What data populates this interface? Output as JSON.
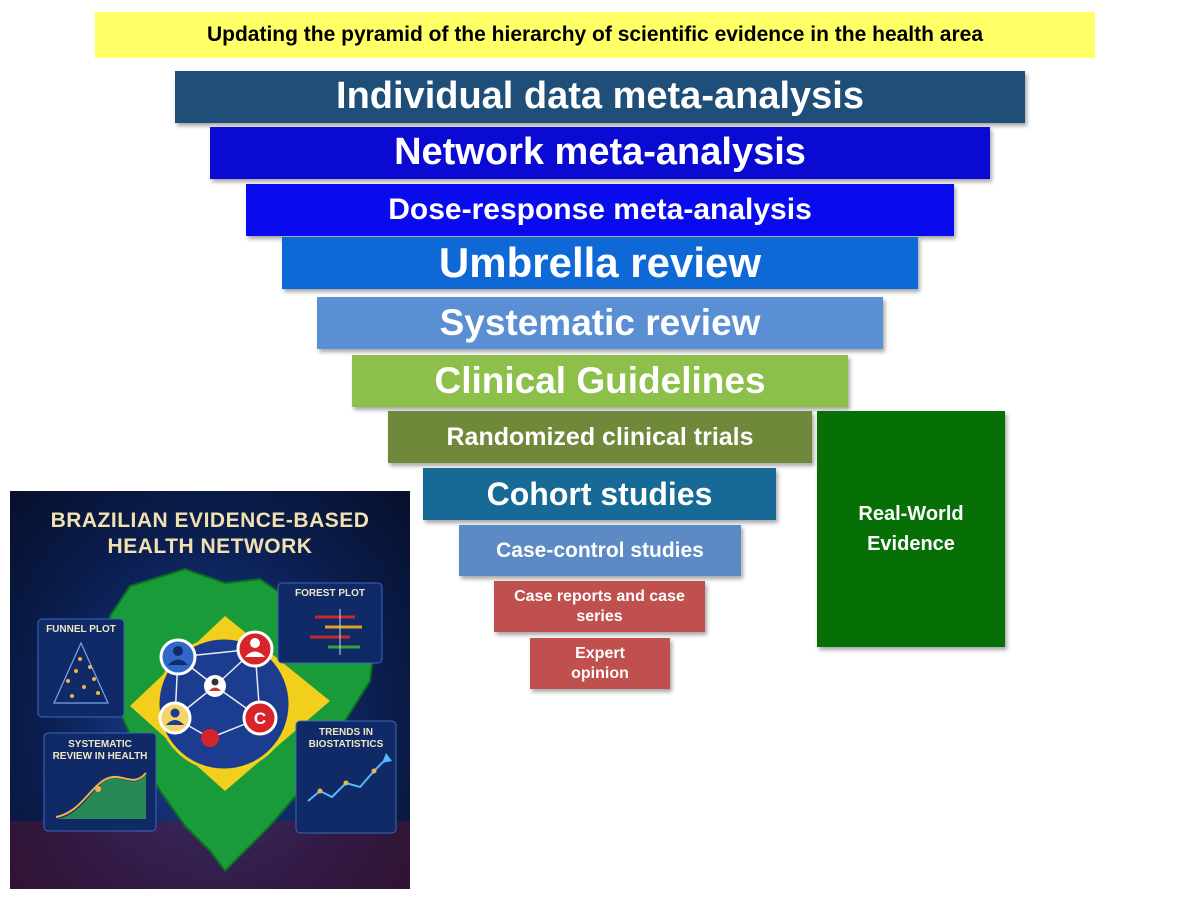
{
  "title": "Updating the pyramid of the hierarchy of scientific evidence in the health area",
  "tiers": [
    {
      "label": "Individual data meta-analysis",
      "color": "#1f4e79"
    },
    {
      "label": "Network meta-analysis",
      "color": "#0a0ad2"
    },
    {
      "label": "Dose-response meta-analysis",
      "color": "#0a0aee"
    },
    {
      "label": "Umbrella review",
      "color": "#0e68d6"
    },
    {
      "label": "Systematic review",
      "color": "#5b8fd4"
    },
    {
      "label": "Clinical Guidelines",
      "color": "#8cc04a"
    },
    {
      "label": "Randomized clinical trials",
      "color": "#70883a"
    },
    {
      "label": "Cohort studies",
      "color": "#176a96"
    },
    {
      "label": "Case-control studies",
      "color": "#5b8ac4"
    },
    {
      "label": "Case reports and case series",
      "color": "#c0504d"
    },
    {
      "label": "Expert opinion",
      "color": "#c0504d"
    }
  ],
  "side_box": {
    "line1": "Real-World",
    "line2": "Evidence",
    "color": "#067006"
  },
  "poster": {
    "title_line1": "BRAZILIAN EVIDENCE-BASED",
    "title_line2": "HEALTH NETWORK",
    "cards": {
      "funnel": "FUNNEL PLOT",
      "forest": "FOREST PLOT",
      "systematic_line1": "SYSTEMATIC",
      "systematic_line2": "REVIEW IN HEALTH",
      "trends_line1": "TRENDS IN",
      "trends_line2": "BIOSTATISTICS"
    },
    "node_letter": "C"
  }
}
